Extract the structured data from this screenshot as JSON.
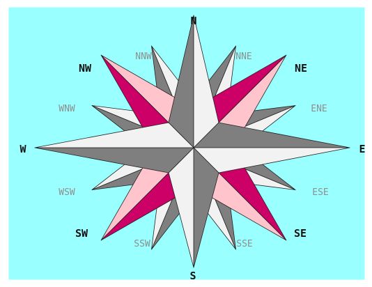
{
  "colors": {
    "background": "#99ffff",
    "border": "#ffffff",
    "cardinal_light": "#f2f2f2",
    "cardinal_dark": "#7f7f7f",
    "intercardinal_light": "#ffc4cc",
    "intercardinal_dark": "#cc0066",
    "minor_light": "#f2f2f2",
    "minor_dark": "#7f7f7f",
    "outline": "#222222"
  },
  "labels": {
    "cardinal": [
      "N",
      "E",
      "S",
      "W"
    ],
    "intercardinal": [
      "NE",
      "SE",
      "SW",
      "NW"
    ],
    "minor": [
      "NNE",
      "ENE",
      "ESE",
      "SSE",
      "SSW",
      "WSW",
      "WNW",
      "NNW"
    ]
  }
}
